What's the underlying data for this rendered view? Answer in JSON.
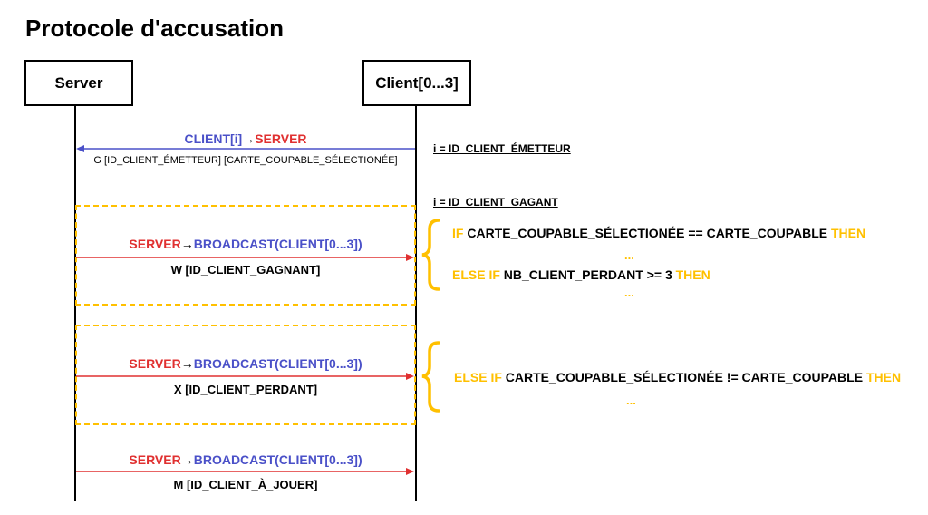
{
  "title": "Protocole d'accusation",
  "actors": {
    "server": "Server",
    "client": "Client[0...3]"
  },
  "arrow_glyph": "→",
  "messages": [
    {
      "sender": "CLIENT[i]",
      "receiver": "SERVER",
      "payload": "G [ID_CLIENT_ÉMETTEUR] [CARTE_COUPABLE_SÉLECTIONÉE]"
    },
    {
      "sender": "SERVER",
      "receiver": "BROADCAST(CLIENT[0...3])",
      "payload": "W [ID_CLIENT_GAGNANT]"
    },
    {
      "sender": "SERVER",
      "receiver": "BROADCAST(CLIENT[0...3])",
      "payload": "X  [ID_CLIENT_PERDANT]"
    },
    {
      "sender": "SERVER",
      "receiver": "BROADCAST(CLIENT[0...3])",
      "payload": "M [ID_CLIENT_À_JOUER]"
    }
  ],
  "notes": {
    "emitter": "i = ID_CLIENT_ÉMETTEUR",
    "winner": "i = ID_CLIENT_GAGANT"
  },
  "conditions": {
    "c1": {
      "kw1": "IF",
      "text": "CARTE_COUPABLE_SÉLECTIONÉE == CARTE_COUPABLE",
      "kw2": "THEN"
    },
    "c2": {
      "kw1": "ELSE IF",
      "text": "NB_CLIENT_PERDANT >= 3",
      "kw2": "THEN"
    },
    "c3": {
      "kw1": "ELSE IF",
      "text": "CARTE_COUPABLE_SÉLECTIONÉE != CARTE_COUPABLE",
      "kw2": "THEN"
    },
    "ellipsis": "..."
  },
  "colors": {
    "sender_red": "#E03030",
    "receiver_blue": "#4A50C8",
    "fragment_gold": "#FFC000"
  }
}
